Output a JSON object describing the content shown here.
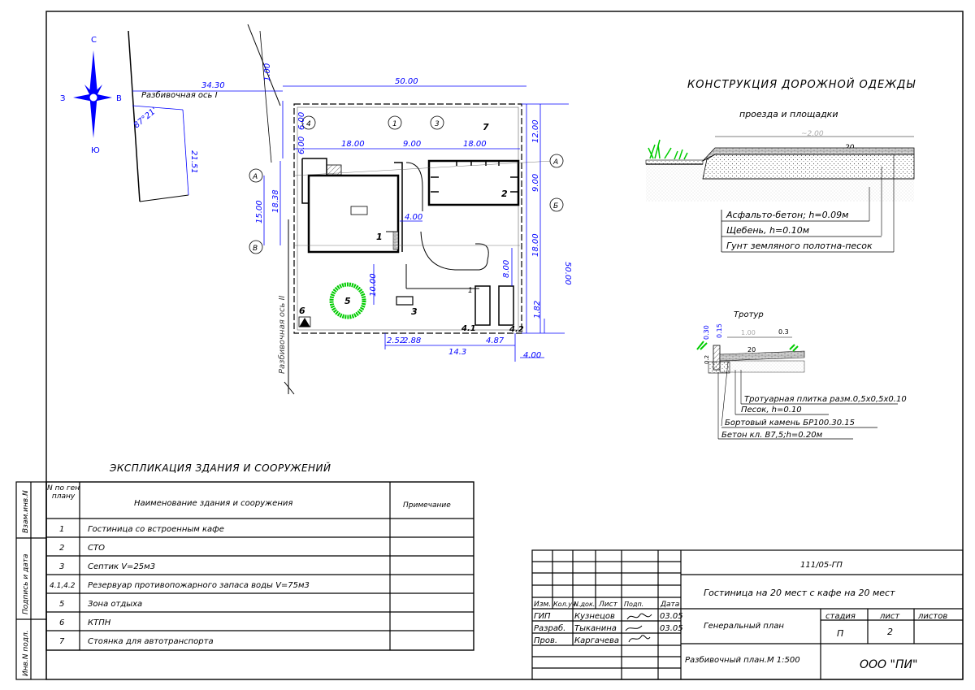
{
  "compass": {
    "n": "С",
    "s": "Ю",
    "w": "З",
    "e": "В"
  },
  "plan": {
    "axis1_label": "Разбивочная ось I",
    "axis2_label": "Разбивочная ось II",
    "angle": "87°21'",
    "dims": {
      "d3430": "34.30",
      "d5000_top": "50.00",
      "d100": "1.00",
      "d600a": "6.00",
      "d600b": "6.00",
      "d1800a": "18.00",
      "d900a": "9.00",
      "d1800b": "18.00",
      "d1200": "12.00",
      "d900b": "9.00",
      "d1800c": "18.00",
      "d5000_right": "50.00",
      "d1500": "15.00",
      "d1838": "18.38",
      "d400a": "4.00",
      "d800": "8.00",
      "d1000": "10.00",
      "d182": "1.82",
      "d252": "2.52",
      "d288": "2.88",
      "d143": "14.3",
      "d487": "4.87",
      "d400b": "4.00",
      "d2151": "21.51"
    },
    "grid": {
      "g4": "4",
      "g1": "1",
      "g3": "3",
      "gA": "А",
      "gB": "Б",
      "gV": "В"
    },
    "nums": {
      "n1": "1",
      "n2": "2",
      "n3": "3",
      "n41": "4.1",
      "n42": "4.2",
      "n5": "5",
      "n6": "6",
      "n7": "7",
      "n1r": "1"
    }
  },
  "road": {
    "title": "КОНСТРУКЦИЯ  ДОРОЖНОЙ  ОДЕЖДЫ",
    "subtitle": "проезда   и площадки",
    "width": "~2.00",
    "slope": "20",
    "layers": [
      "Асфальто-бетон; h=0.09м",
      "Щебень, h=0.10м",
      "Гунт земляного полотна-песок"
    ]
  },
  "sidewalk": {
    "title": "Тротур",
    "d030": "0.30",
    "d015": "0.15",
    "d100": "1.00",
    "d03": "0.3",
    "slope": "20",
    "d02": "0.2",
    "layers": [
      "Тротуарная плитка разм.0,5х0,5х0.10",
      "Песок, h=0.10",
      "Бортовый камень БР100.30.15",
      "Бетон кл. В7,5;h=0.20м"
    ]
  },
  "explication": {
    "title": "ЭКСПЛИКАЦИЯ ЗДАНИЯ И СООРУЖЕНИЙ",
    "headers": {
      "num": "N по ген плану",
      "name": "Наименование здания и сооружения",
      "note": "Примечание"
    },
    "rows": [
      {
        "num": "1",
        "name": "Гостиница со встроенным кафе"
      },
      {
        "num": "2",
        "name": "СТО"
      },
      {
        "num": "3",
        "name": "Септик V=25м3"
      },
      {
        "num": "4.1,4.2",
        "name": "Резервуар противопожарного запаса воды V=75м3"
      },
      {
        "num": "5",
        "name": "Зона отдыха"
      },
      {
        "num": "6",
        "name": "КТПН"
      },
      {
        "num": "7",
        "name": "Стоянка для автотранспорта"
      }
    ]
  },
  "side_stamp": [
    "Взам.инв.N",
    "Подпись и дата",
    "Инв.N подл."
  ],
  "title_block": {
    "code": "111/05-ГП",
    "project": "Гостиница на 20 мест с кафе на 20 мест",
    "headers": [
      "Изм.",
      "Кол.уч",
      "N.док.",
      "Лист",
      "Подп.",
      "Дата"
    ],
    "people": [
      {
        "role": "ГИП",
        "name": "Кузнецов",
        "date": "03.05"
      },
      {
        "role": "Разраб.",
        "name": "Тыканина",
        "date": "03.05"
      },
      {
        "role": "Пров.",
        "name": "Каргачева",
        "date": ""
      }
    ],
    "sheet_name": "Генеральный план",
    "stage_h": "стадия",
    "sheet_h": "лист",
    "sheets_h": "листов",
    "stage": "П",
    "sheet": "2",
    "sheets": "",
    "plan_name": "Разбивочный план.М 1:500",
    "company": "ООО \"ПИ\""
  },
  "colors": {
    "dim": "#0000ff",
    "green": "#00cc00",
    "line": "#000000",
    "gray": "#888888"
  }
}
